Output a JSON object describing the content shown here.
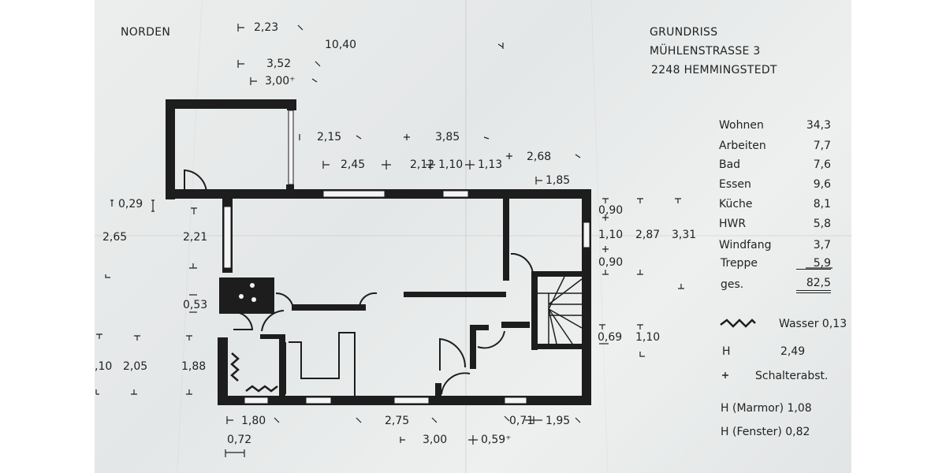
{
  "north_label": "NORDEN",
  "title": {
    "line1": "GRUNDRISS",
    "line2": "MÜHLENSTRASSE 3",
    "line3": "2248 HEMMINGSTEDT"
  },
  "rooms": [
    {
      "name": "Wohnen",
      "area": "34,3"
    },
    {
      "name": "Arbeiten",
      "area": "7,7"
    },
    {
      "name": "Bad",
      "area": "7,6"
    },
    {
      "name": "Essen",
      "area": "9,6"
    },
    {
      "name": "Küche",
      "area": "8,1"
    },
    {
      "name": "HWR",
      "area": "5,8"
    },
    {
      "name": "Windfang",
      "area": "3,7"
    },
    {
      "name": "Treppe",
      "area": "5,9"
    }
  ],
  "total": {
    "label": "ges.",
    "area": "82,5"
  },
  "legend": {
    "wasser": "Wasser 0,13",
    "h_label": "H",
    "h_value": "2,49",
    "plus_symbol": "+",
    "schalter": "Schalterabst.",
    "marmor": "H (Marmor) 1,08",
    "fenster": "H (Fenster) 0,82"
  },
  "dimensions": {
    "d223": "2,23",
    "d1040": "10,40",
    "d352": "3,52",
    "d300top": "3,00⁺",
    "d215": "2,15",
    "d385": "3,85",
    "d245": "2,45",
    "d212": "2,12",
    "d110a": "1,10",
    "d113": "1,13",
    "d268": "2,68",
    "d185": "1,85",
    "d029": "0,29",
    "d265": "2,65",
    "d221": "2,21",
    "d053": "0,53",
    "d090a": "0,90",
    "d110b": "1,10",
    "d090b": "0,90",
    "d287": "2,87",
    "d331": "3,31",
    "d069": "0,69",
    "d110c": "1,10",
    "d10": ",10",
    "d205": "2,05",
    "d188": "1,88",
    "d180": "1,80",
    "d275": "2,75",
    "d071": "0,71",
    "d195": "1,95",
    "d072": "0,72",
    "d300bot": "3,00",
    "d059": "0,59⁺"
  }
}
